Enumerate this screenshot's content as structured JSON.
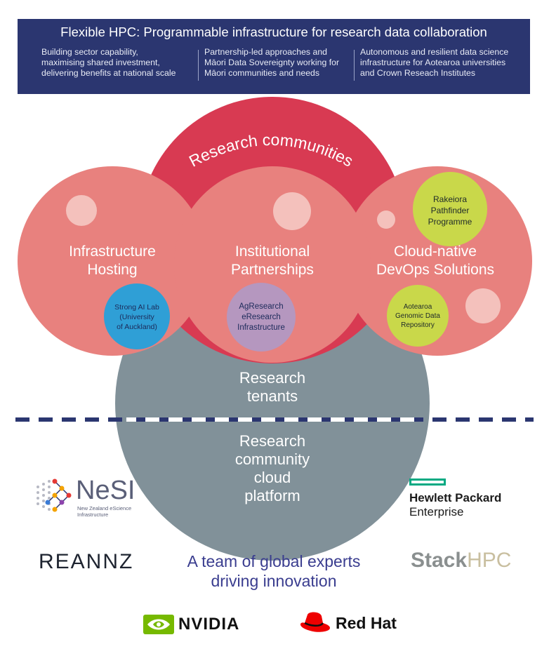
{
  "banner": {
    "title": "Flexible HPC: Programmable infrastructure for research data collaboration",
    "columns": [
      [
        "Building sector capability,",
        "maximising shared investment,",
        "delivering benefits at national scale"
      ],
      [
        "Partnership-led approaches and",
        "Māori Data Sovereignty working for",
        "Māori communities and needs"
      ],
      [
        "Autonomous and resilient data science",
        "infrastructure for Aotearoa universities",
        "and Crown Reseach Institutes"
      ]
    ]
  },
  "diagram": {
    "arc_label": "Research communities",
    "left_circle": [
      "Infrastructure",
      "Hosting"
    ],
    "center_circle": [
      "Institutional",
      "Partnerships"
    ],
    "right_circle": [
      "Cloud-native",
      "DevOps Solutions"
    ],
    "tenants": [
      "Research",
      "tenants"
    ],
    "platform": [
      "Research",
      "community",
      "cloud",
      "platform"
    ],
    "badges": {
      "strong_ai": [
        "Strong AI Lab",
        "(University",
        "of Auckland)"
      ],
      "agresearch": [
        "AgResearch",
        "eResearch",
        "Infrastructure"
      ],
      "rakeiora": [
        "Rakeiora",
        "Pathfinder",
        "Programme"
      ],
      "aotearoa": [
        "Aotearoa",
        "Genomic Data",
        "Repository"
      ]
    }
  },
  "logos": {
    "nesi_name": "NeSI",
    "nesi_sub": [
      "New Zealand eScience",
      "Infrastructure"
    ],
    "hpe": [
      "Hewlett Packard",
      "Enterprise"
    ],
    "reannz": "REANNZ",
    "stackhpc_a": "Stack",
    "stackhpc_b": "HPC",
    "nvidia": "NVIDIA",
    "redhat": "Red Hat"
  },
  "team": [
    "A team of global experts",
    "driving innovation"
  ],
  "colors": {
    "navy": "#2b3670",
    "coral": "#e8817e",
    "crimson": "#d83a52",
    "slate": "#819199",
    "blue_badge": "#2f9fd6",
    "lilac_badge": "#b597bf",
    "lime_badge": "#c9d84a",
    "hpe_green": "#01a982",
    "nvidia_green": "#76b900",
    "redhat_red": "#ee0000"
  }
}
